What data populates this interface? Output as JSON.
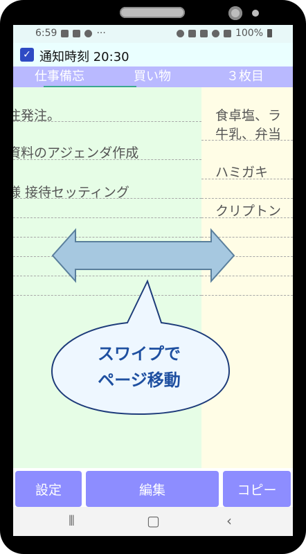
{
  "status_bar": {
    "time": "6:59",
    "more": "···",
    "battery_percent": "100%"
  },
  "notify": {
    "checked": true,
    "label": "通知時刻 20:30"
  },
  "tabs": [
    {
      "label": "仕事備忘",
      "selected": true
    },
    {
      "label": "買い物",
      "selected": false
    },
    {
      "label": "３枚目",
      "selected": false
    }
  ],
  "memo_green": {
    "items": [
      "注発注。",
      "資料のアジェンダ作成",
      "様 接待セッティング"
    ]
  },
  "memo_yellow": {
    "items": [
      "食卓塩、ラ",
      "牛乳、弁当",
      "ハミガキ",
      "クリプトン"
    ]
  },
  "callout": {
    "line1": "スワイプで",
    "line2": "ページ移動"
  },
  "bottom_buttons": {
    "settings": "設定",
    "edit": "編集",
    "copy": "コピー"
  },
  "colors": {
    "accent": "#2e4bc4",
    "tab_bar": "#b9b9ff",
    "button": "#8d8dff",
    "green_pane": "#e6fde6",
    "yellow_pane": "#fffde6",
    "callout_text": "#1e4fa0"
  }
}
